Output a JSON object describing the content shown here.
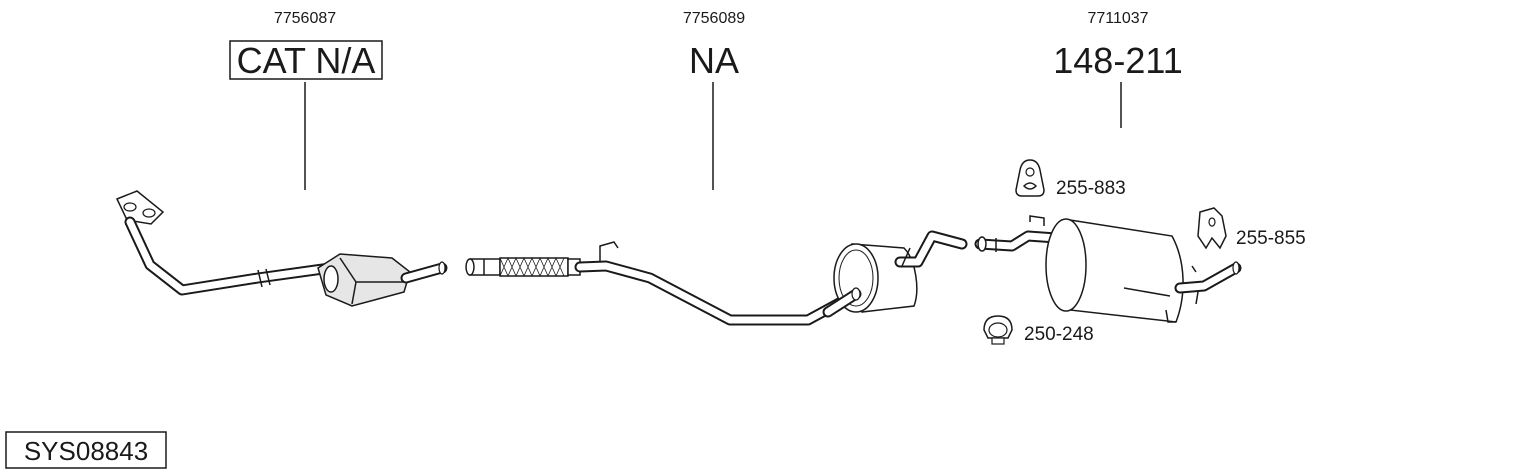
{
  "parts": [
    {
      "oe_number": "7756087",
      "code": "CAT N/A",
      "boxed": true
    },
    {
      "oe_number": "7756089",
      "code": "NA",
      "boxed": false
    },
    {
      "oe_number": "7711037",
      "code": "148-211",
      "boxed": false
    }
  ],
  "accessories": [
    {
      "code": "255-883"
    },
    {
      "code": "255-855"
    },
    {
      "code": "250-248"
    }
  ],
  "system_id": "SYS08843"
}
